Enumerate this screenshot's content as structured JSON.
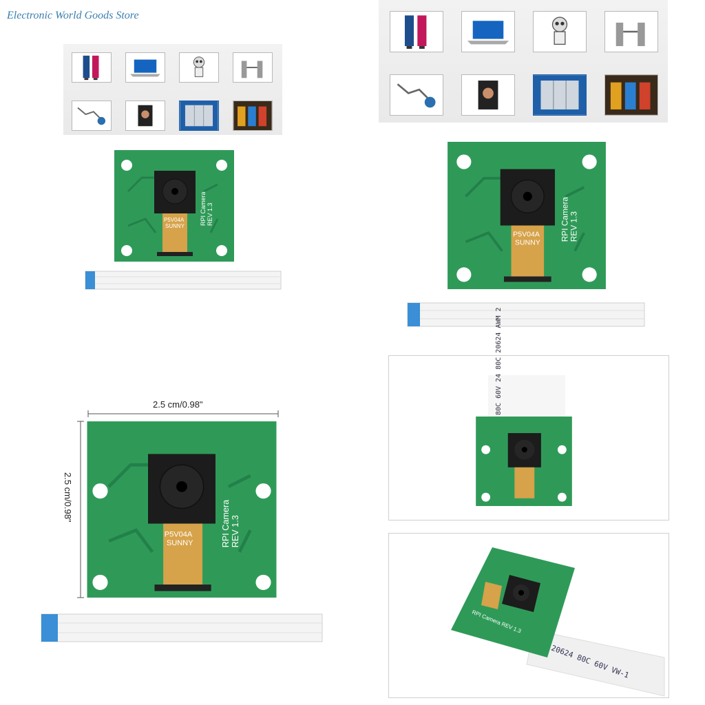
{
  "store": {
    "title": "Electronic World Goods Store"
  },
  "panels": {
    "top_left": {
      "board_text_1": "P5V04A",
      "board_text_2": "SUNNY",
      "board_text_3": "RPI Camera",
      "board_text_4": "REV 1.3"
    },
    "top_right": {
      "board_text_1": "P5V04A",
      "board_text_2": "SUNNY",
      "board_text_3": "RPI Camera",
      "board_text_4": "REV 1.3"
    },
    "dimensions": {
      "width_label": "2.5 cm/0.98\"",
      "height_label": "2.5 cm/0.98\"",
      "board_text_1": "P5V04A",
      "board_text_2": "SUNNY",
      "board_text_3": "RPI Camera",
      "board_text_4": "REV 1.3"
    },
    "mid_right": {
      "cable_text": "80C 60V  24 80C  20624  AWM 2"
    },
    "bottom_right": {
      "board_text": "RPI Camera REV 1.3",
      "cable_text": "AWM 20624 80C 60V VW-1"
    }
  },
  "app_icons": [
    "kiosk-display-icon",
    "laptop-icon",
    "robot-icon",
    "turnstile-gate-icon",
    "robot-arm-icon",
    "face-scanner-icon",
    "locker-icon",
    "atm-icon"
  ],
  "colors": {
    "pcb": "#2f9a58",
    "pcb_dark": "#23804a",
    "flex": "#d6a24a",
    "cable_blue": "#3a8fd6"
  }
}
